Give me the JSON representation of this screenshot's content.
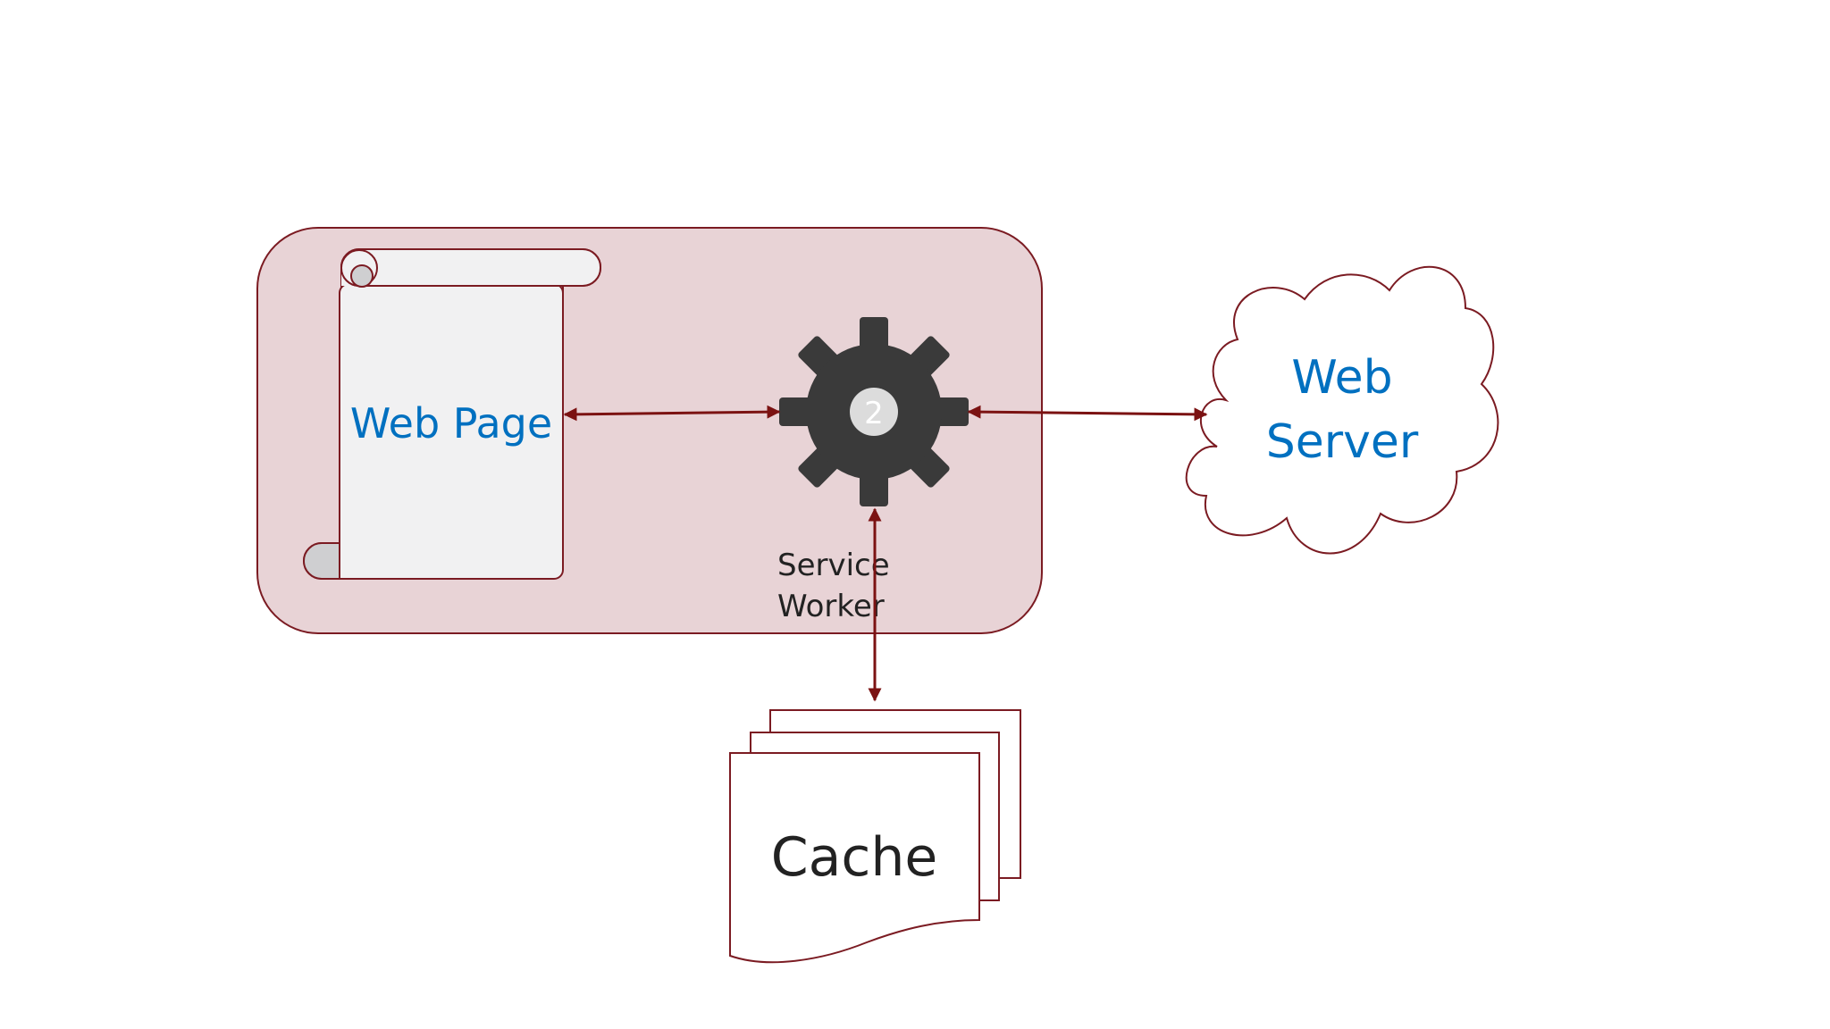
{
  "diagram": {
    "web_page_label": "Web Page",
    "gear_badge": "2",
    "service_worker_line1": "Service",
    "service_worker_line2": "Worker",
    "web_server_line1": "Web",
    "web_server_line2": "Server",
    "cache_label": "Cache"
  },
  "colors": {
    "browser_fill": "#E8D3D6",
    "outline": "#7B1B22",
    "arrow": "#7B1212",
    "blue_text": "#0070C0",
    "gear": "#3A3A3A",
    "scroll_fill": "#F1F1F2"
  },
  "icons": [
    "gear-icon",
    "scroll-icon",
    "cloud-icon",
    "stacked-documents-icon"
  ]
}
